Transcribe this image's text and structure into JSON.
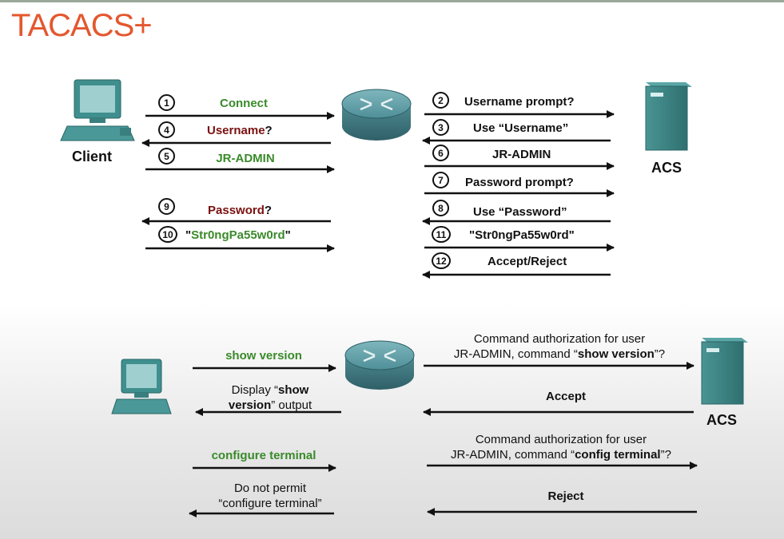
{
  "title": "TACACS+",
  "top": {
    "client_label": "Client",
    "acs_label": "ACS",
    "left_steps": [
      {
        "num": "1",
        "text": "Connect"
      },
      {
        "num": "4",
        "text": "Username",
        "suffix": "?"
      },
      {
        "num": "5",
        "text": "JR-ADMIN"
      },
      {
        "num": "9",
        "text": "Password",
        "suffix": "?"
      },
      {
        "num": "10",
        "prefix": "\"",
        "text": "Str0ngPa55w0rd",
        "suffix": "\""
      }
    ],
    "right_steps": [
      {
        "num": "2",
        "text": "Username prompt?"
      },
      {
        "num": "3",
        "text": "Use “Username”"
      },
      {
        "num": "6",
        "text": "JR-ADMIN"
      },
      {
        "num": "7",
        "text": "Password prompt?"
      },
      {
        "num": "8",
        "text": "Use “Password”"
      },
      {
        "num": "11",
        "text": "\"Str0ngPa55w0rd\""
      },
      {
        "num": "12",
        "text": "Accept/Reject"
      }
    ]
  },
  "bottom": {
    "acs_label": "ACS",
    "show_version": "show version",
    "display_output": {
      "a": "Display “",
      "b": "show",
      "c": "version",
      "d": "” output"
    },
    "configure_terminal": "configure terminal",
    "do_not_permit": {
      "line1": "Do not permit",
      "line2": "“configure terminal”"
    },
    "auth1": {
      "line1": "Command authorization for user",
      "line2a": "JR-ADMIN, command “",
      "line2b": "show version",
      "line2c": "”?"
    },
    "accept": "Accept",
    "auth2": {
      "line1": "Command authorization for user",
      "line2a": "JR-ADMIN, command “",
      "line2b": "config terminal",
      "line2c": "”?"
    },
    "reject": "Reject"
  },
  "colors": {
    "title": "#e4572e",
    "green_text": "#3a8a2a",
    "red_text": "#7a1010",
    "device": "#3f8f8f"
  }
}
